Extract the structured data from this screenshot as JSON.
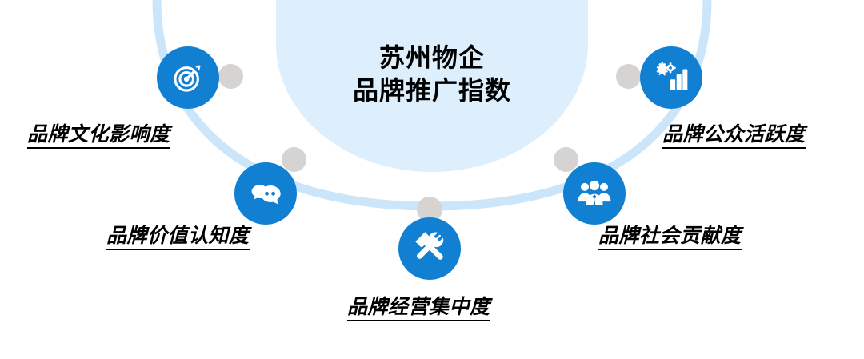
{
  "title": {
    "line1": "苏州物企",
    "line2": "品牌推广指数"
  },
  "colors": {
    "brand_blue": "#1280d2",
    "dome_fill": "#ddeffc",
    "arc_stroke": "#cbe6fa",
    "gray_dot": "#d6d4d2",
    "text": "#000000",
    "background": "#ffffff"
  },
  "nodes": [
    {
      "id": "brand-culture-influence",
      "label": "品牌文化影响度",
      "icon": "target-icon",
      "icon_description": "dartboard with arrow"
    },
    {
      "id": "brand-value-awareness",
      "label": "品牌价值认知度",
      "icon": "speech-bubbles-icon",
      "icon_description": "two overlapping chat bubbles"
    },
    {
      "id": "brand-operation-concentration",
      "label": "品牌经营集中度",
      "icon": "tools-icon",
      "icon_description": "crossed wrench and hammer"
    },
    {
      "id": "brand-social-contribution",
      "label": "品牌社会贡献度",
      "icon": "people-group-icon",
      "icon_description": "group of three people"
    },
    {
      "id": "brand-public-activity",
      "label": "品牌公众活跃度",
      "icon": "bar-chart-gear-icon",
      "icon_description": "bar chart with gears"
    }
  ]
}
